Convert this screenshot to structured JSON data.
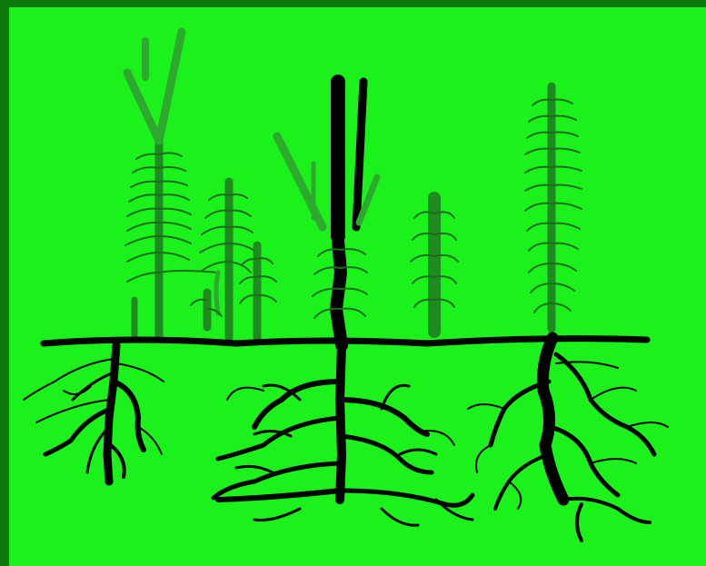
{
  "image": {
    "kind": "drawing",
    "colors": {
      "border": "#0e7a0e",
      "background": "#1bf21b",
      "shoot_dark": "#1f8a1f",
      "shoot_light": "#2fa82f",
      "root": "#000000"
    },
    "plants": [
      {
        "name": "forked-plant",
        "type": "shoot-with-roots"
      },
      {
        "name": "small-plant-cluster",
        "type": "shoots"
      },
      {
        "name": "tall-center-plant",
        "type": "shoot-with-deep-taproot"
      },
      {
        "name": "club-plant",
        "type": "shoot"
      },
      {
        "name": "right-tall-plant",
        "type": "shoot-with-roots"
      }
    ]
  }
}
